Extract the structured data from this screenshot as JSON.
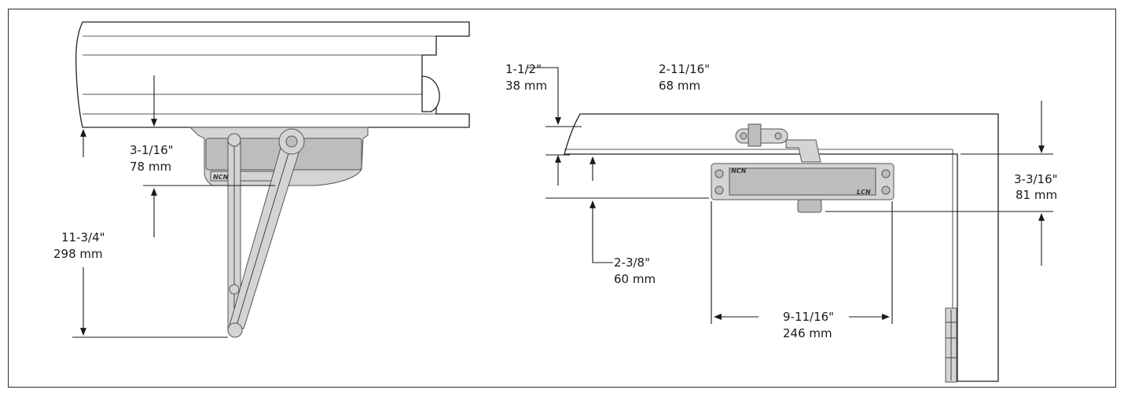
{
  "left_view": {
    "dim_closer_height": {
      "imperial": "3-1/16\"",
      "metric": "78 mm"
    },
    "dim_arm_reach": {
      "imperial": "11-3/4\"",
      "metric": "298 mm"
    },
    "closer_logo": "NCN"
  },
  "right_view": {
    "dim_top_offset": {
      "imperial": "1-1/2\"",
      "metric": "38 mm"
    },
    "dim_shoe_offset": {
      "imperial": "2-11/16\"",
      "metric": "68 mm"
    },
    "dim_body_height": {
      "imperial": "3-3/16\"",
      "metric": "81 mm"
    },
    "dim_arm_drop": {
      "imperial": "2-3/8\"",
      "metric": "60 mm"
    },
    "dim_body_length": {
      "imperial": "9-11/16\"",
      "metric": "246 mm"
    },
    "closer_logo_left": "NCN",
    "closer_logo_right": "LCN"
  }
}
